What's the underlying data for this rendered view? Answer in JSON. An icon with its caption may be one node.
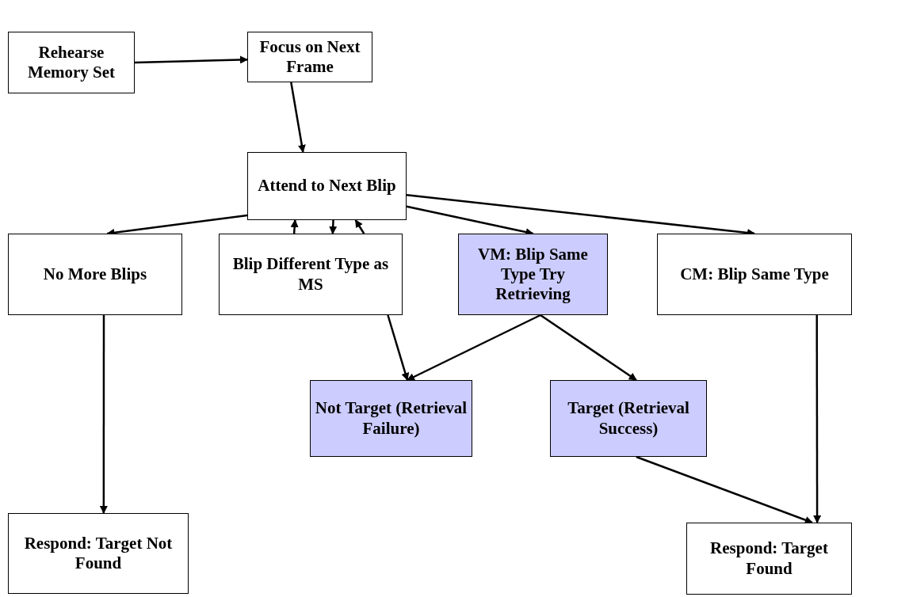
{
  "diagram": {
    "nodes": [
      {
        "text": [
          "Rehearse Memory Set"
        ]
      },
      {
        "text": [
          "Focus on Next Frame"
        ]
      },
      {
        "text": [
          "Attend to Next Blip"
        ]
      },
      {
        "text": [
          "No More Blips"
        ]
      },
      {
        "text": [
          "Blip Different Type as MS"
        ]
      },
      {
        "text": [
          "VM: Blip Same Type Try Retrieving"
        ]
      },
      {
        "text": [
          "CM: Blip Same Type"
        ]
      },
      {
        "text": [
          "Not Target (Retrieval Failure)"
        ]
      },
      {
        "text": [
          "Target (Retrieval Success)"
        ]
      },
      {
        "text": [
          "Respond: Target Not Found"
        ]
      },
      {
        "text": [
          "Respond: Target Found"
        ]
      }
    ],
    "edges": [
      {
        "from": 0,
        "to": 1,
        "arrow": "to"
      },
      {
        "from": 1,
        "to": 2,
        "arrow": "to"
      },
      {
        "from": 2,
        "to": 3,
        "arrow": "to"
      },
      {
        "from": 4,
        "to": 2,
        "arrow": "to"
      },
      {
        "from": 2,
        "to": 4,
        "arrow": "to"
      },
      {
        "from": 4,
        "to": 2,
        "arrow": "to"
      },
      {
        "from": 2,
        "to": 5,
        "arrow": "to"
      },
      {
        "from": 2,
        "to": 6,
        "arrow": "to"
      },
      {
        "from": 3,
        "to": 9,
        "arrow": "to"
      },
      {
        "from": 4,
        "to": 7,
        "arrow": "to"
      },
      {
        "from": 5,
        "to": 7,
        "arrow": "to"
      },
      {
        "from": 5,
        "to": 8,
        "arrow": "to"
      },
      {
        "from": 8,
        "to": 10,
        "arrow": "to"
      },
      {
        "from": 6,
        "to": 10,
        "arrow": "to"
      }
    ]
  }
}
